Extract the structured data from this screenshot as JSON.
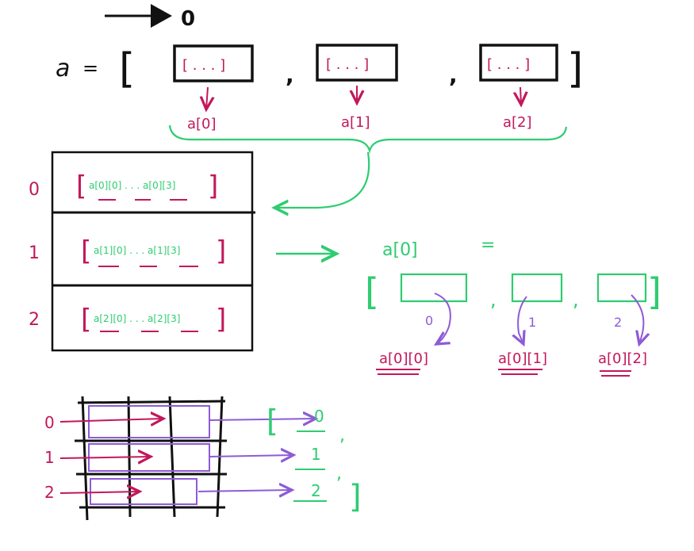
{
  "colors": {
    "black": "#111111",
    "pink": "#c2185b",
    "green": "#2ecc71",
    "purple": "#8e5bd6"
  },
  "top_arrow_label": "0",
  "assignment": {
    "var": "a",
    "equals": "=",
    "open_bracket": "[",
    "close_bracket": "]",
    "comma": ",",
    "inner_placeholders": [
      "[ . . . ]",
      "[ . . . ]",
      "[ . . . ]"
    ],
    "element_labels": [
      "a[0]",
      "a[1]",
      "a[2]"
    ]
  },
  "rows_table": {
    "indices": [
      "0",
      "1",
      "2"
    ],
    "row_contents": [
      "a[0][0] . . . a[0][3]",
      "a[1][0] . . . a[1][3]",
      "a[2][0] . . . a[2][3]"
    ]
  },
  "expansion": {
    "lhs": "a[0]",
    "equals": "=",
    "open_bracket": "[",
    "close_bracket": "]",
    "comma": ",",
    "indices": [
      "0",
      "1",
      "2"
    ],
    "labels": [
      "a[0][0]",
      "a[0][1]",
      "a[0][2]"
    ]
  },
  "grid": {
    "row_indices": [
      "0",
      "1",
      "2"
    ],
    "output_open_bracket": "[",
    "output_close_bracket": "]",
    "output_values": [
      "0",
      "1",
      "2"
    ],
    "comma": ","
  }
}
